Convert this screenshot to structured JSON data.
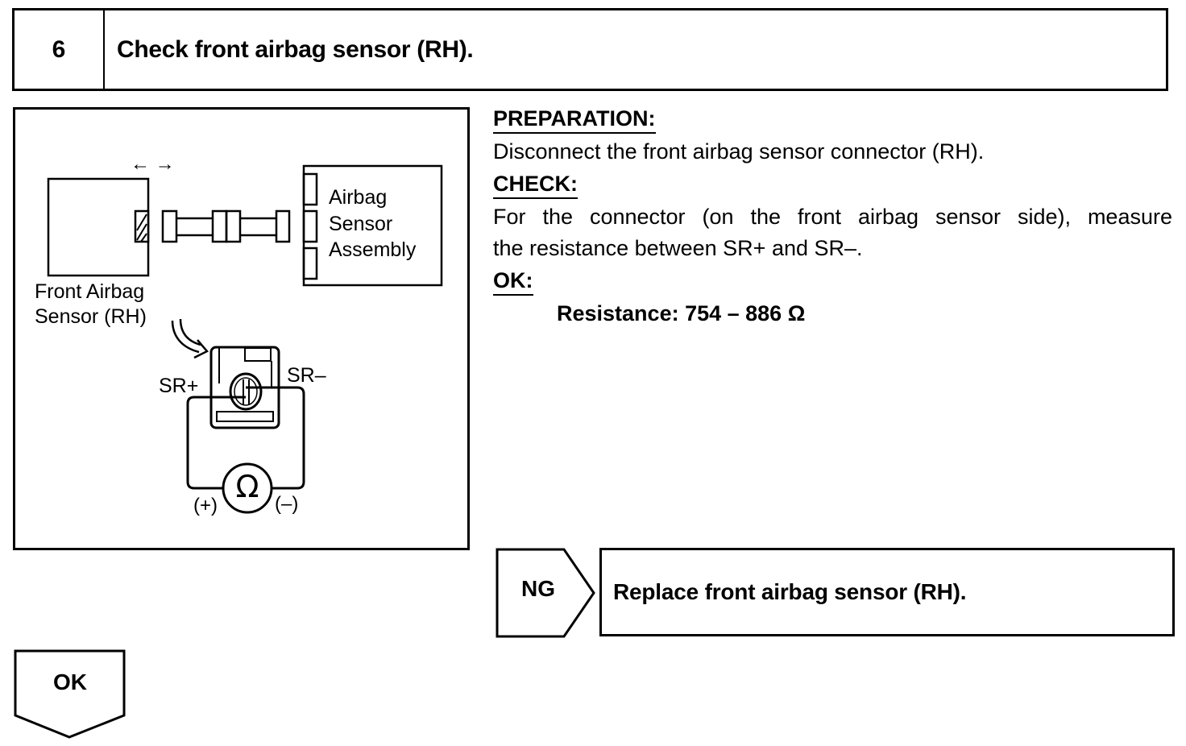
{
  "step": {
    "number": "6",
    "title": "Check front airbag sensor (RH)."
  },
  "diagram": {
    "front_sensor_label_line1": "Front Airbag",
    "front_sensor_label_line2": "Sensor (RH)",
    "assembly_label_line1": "Airbag",
    "assembly_label_line2": "Sensor",
    "assembly_label_line3": "Assembly",
    "disconnect_arrows": "← →",
    "terminal_positive": "SR+",
    "terminal_negative": "SR–",
    "meter_symbol": "Ω",
    "meter_positive": "(+)",
    "meter_negative": "(–)"
  },
  "instructions": {
    "preparation_heading": "PREPARATION:",
    "preparation_text": "Disconnect the front airbag sensor connector (RH).",
    "check_heading": "CHECK:",
    "check_text_line1": "For the connector (on the front airbag sensor side), measure",
    "check_text_line2": "the resistance between SR+ and SR–.",
    "ok_heading": "OK:",
    "ok_spec": "Resistance: 754 – 886 Ω"
  },
  "result": {
    "ng_label": "NG",
    "ng_action": "Replace front airbag sensor (RH).",
    "ok_label": "OK"
  },
  "spec_range": {
    "parameter": "Resistance",
    "min": 754,
    "max": 886,
    "unit": "Ω"
  }
}
